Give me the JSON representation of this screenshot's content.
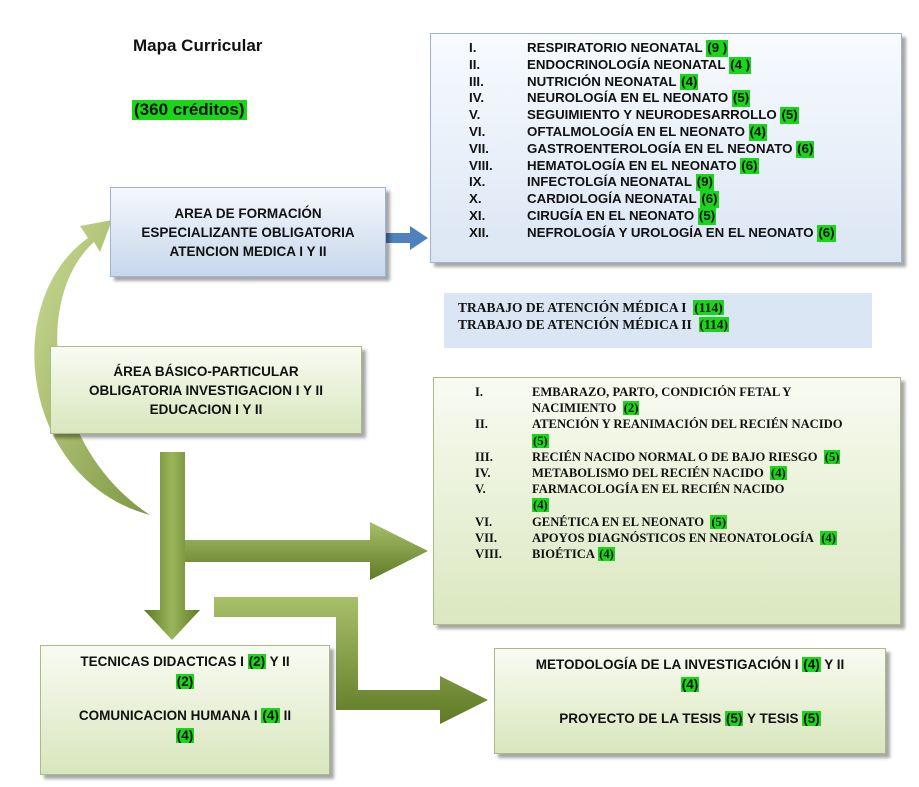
{
  "title": "Mapa Curricular",
  "credits": "(360 créditos)",
  "specialty_area": {
    "lines": [
      "AREA DE FORMACIÓN",
      "ESPECIALIZANTE OBLIGATORIA",
      "ATENCION MEDICA I Y II"
    ]
  },
  "specialty_modules": [
    {
      "num": "I.",
      "name": "RESPIRATORIO NEONATAL",
      "credits": "(9 )"
    },
    {
      "num": "II.",
      "name": "ENDOCRINOLOGÍA NEONATAL",
      "credits": "(4 )"
    },
    {
      "num": "III.",
      "name": "NUTRICIÓN NEONATAL",
      "credits": "(4)"
    },
    {
      "num": "IV.",
      "name": "NEUROLOGÍA EN EL NEONATO",
      "credits": "(5)"
    },
    {
      "num": "V.",
      "name": "SEGUIMIENTO Y NEURODESARROLLO",
      "credits": "(5)"
    },
    {
      "num": "VI.",
      "name": "OFTALMOLOGÍA EN EL NEONATO",
      "credits": "(4)"
    },
    {
      "num": "VII.",
      "name": "GASTROENTEROLOGÍA EN EL NEONATO",
      "credits": "(6)"
    },
    {
      "num": "VIII.",
      "name": "HEMATOLOGÍA EN EL NEONATO",
      "credits": "(6)"
    },
    {
      "num": "IX.",
      "name": "INFECTOLGÍA NEONATAL",
      "credits": "(9)"
    },
    {
      "num": "X.",
      "name": "CARDIOLOGÍA NEONATAL",
      "credits": "(6)"
    },
    {
      "num": "XI.",
      "name": "CIRUGÍA EN EL NEONATO",
      "credits": "(5)"
    },
    {
      "num": "XII.",
      "name": "NEFROLOGÍA Y UROLOGÍA EN EL NEONATO",
      "credits": "(6)"
    }
  ],
  "medical_work": [
    {
      "name": "TRABAJO DE ATENCIÓN MÉDICA I",
      "credits": "(114)"
    },
    {
      "name": "TRABAJO DE ATENCIÓN MÉDICA II",
      "credits": "(114)"
    }
  ],
  "basic_area": {
    "lines": [
      "ÁREA BÁSICO-PARTICULAR",
      "OBLIGATORIA INVESTIGACION I Y II",
      "EDUCACION I Y II"
    ]
  },
  "neonatology_modules": [
    {
      "num": "I.",
      "name": "EMBARAZO, PARTO, CONDICIÓN FETAL Y NACIMIENTO",
      "credits": "(2)"
    },
    {
      "num": "II.",
      "name": "ATENCIÓN Y REANIMACIÓN DEL RECIÉN NACIDO",
      "credits": "(5)"
    },
    {
      "num": "III.",
      "name": "RECIÉN NACIDO NORMAL O DE BAJO RIESGO",
      "credits": "(5)"
    },
    {
      "num": "IV.",
      "name": "METABOLISMO DEL RECIÉN NACIDO",
      "credits": "(4)"
    },
    {
      "num": "V.",
      "name": "FARMACOLOGÍA EN EL RECIÉN NACIDO",
      "credits": "(4)"
    },
    {
      "num": "VI.",
      "name": "GENÉTICA EN EL NEONATO",
      "credits": "(5)"
    },
    {
      "num": "VII.",
      "name": "APOYOS DIAGNÓSTICOS EN NEONATOLOGÍA",
      "credits": "(4)"
    },
    {
      "num": "VIII.",
      "name": "BIOÉTICA",
      "credits": "(4)"
    }
  ],
  "didactic": {
    "tech_pre": "TECNICAS DIDACTICAS I",
    "tech_c1": "(2)",
    "tech_mid": "Y II",
    "tech_c2": "(2)",
    "comm_pre": "COMUNICACION HUMANA I",
    "comm_c1": "(4)",
    "comm_mid": "II",
    "comm_c2": "(4)"
  },
  "methodology": {
    "meth_pre": "METODOLOGÍA DE LA INVESTIGACIÓN I",
    "meth_c1": "(4)",
    "meth_mid": "Y II",
    "meth_c2": "(4)",
    "thesis_pre": "PROYECTO DE LA TESIS",
    "thesis_c1": "(5)",
    "thesis_mid": "Y TESIS",
    "thesis_c2": "(5)"
  },
  "colors": {
    "credit_highlight": "#19d619",
    "arrow_green": "#7e9a3a",
    "arrow_blue": "#4f81bd"
  }
}
